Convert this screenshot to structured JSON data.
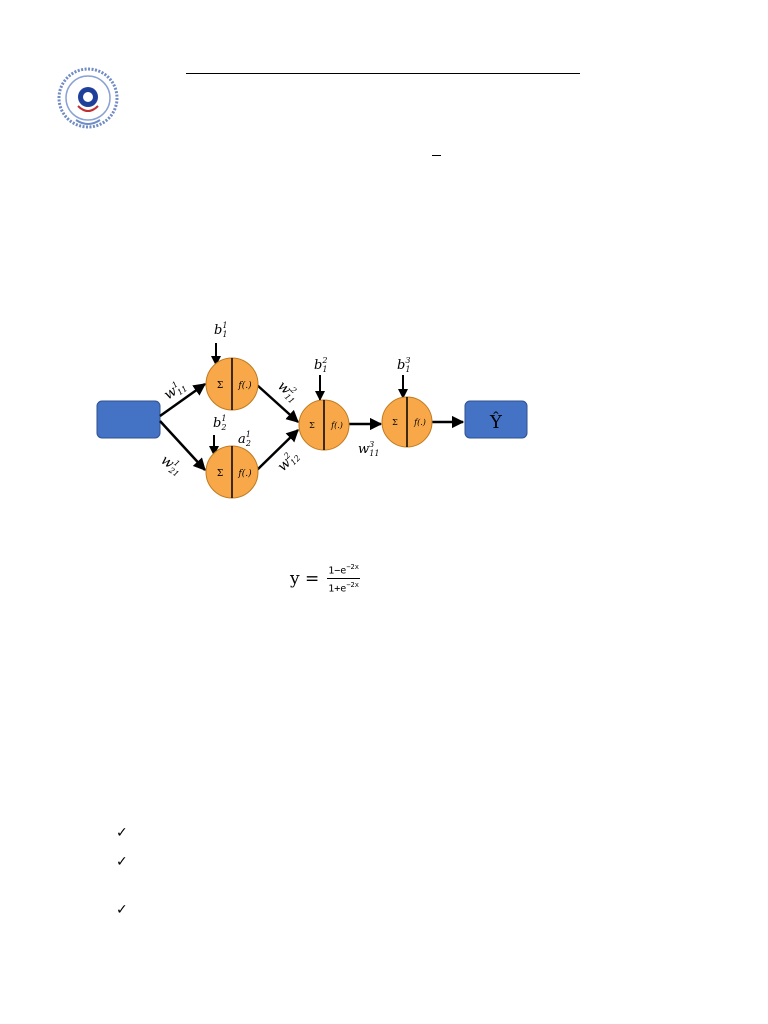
{
  "diagram": {
    "labels": {
      "b11": "b",
      "b11_sup": "1",
      "b11_sub": "1",
      "b21": "b",
      "b21_sup": "1",
      "b21_sub": "2",
      "a21": "a",
      "a21_sup": "1",
      "a21_sub": "2",
      "b12": "b",
      "b12_sup": "2",
      "b12_sub": "1",
      "b13": "b",
      "b13_sup": "3",
      "b13_sub": "1",
      "w111": "w",
      "w111_sup": "1",
      "w111_sub": "11",
      "w121": "w",
      "w121_sup": "1",
      "w121_sub": "21",
      "w211": "w",
      "w211_sup": "2",
      "w211_sub": "11",
      "w212": "w",
      "w212_sup": "2",
      "w212_sub": "12",
      "w311": "w",
      "w311_sup": "3",
      "w311_sub": "11"
    },
    "neuron_sum": "Σ",
    "neuron_act": "f(.)",
    "output_label": "Ŷ",
    "colors": {
      "neuron_fill": "#F8A849",
      "box_fill": "#4472C4"
    }
  },
  "formula": {
    "lhs": "y =",
    "numerator": "1−e",
    "numerator_exp": "−2x",
    "denominator": "1+e",
    "denominator_exp": "−2x"
  },
  "checklist": {
    "mark": "✓"
  }
}
